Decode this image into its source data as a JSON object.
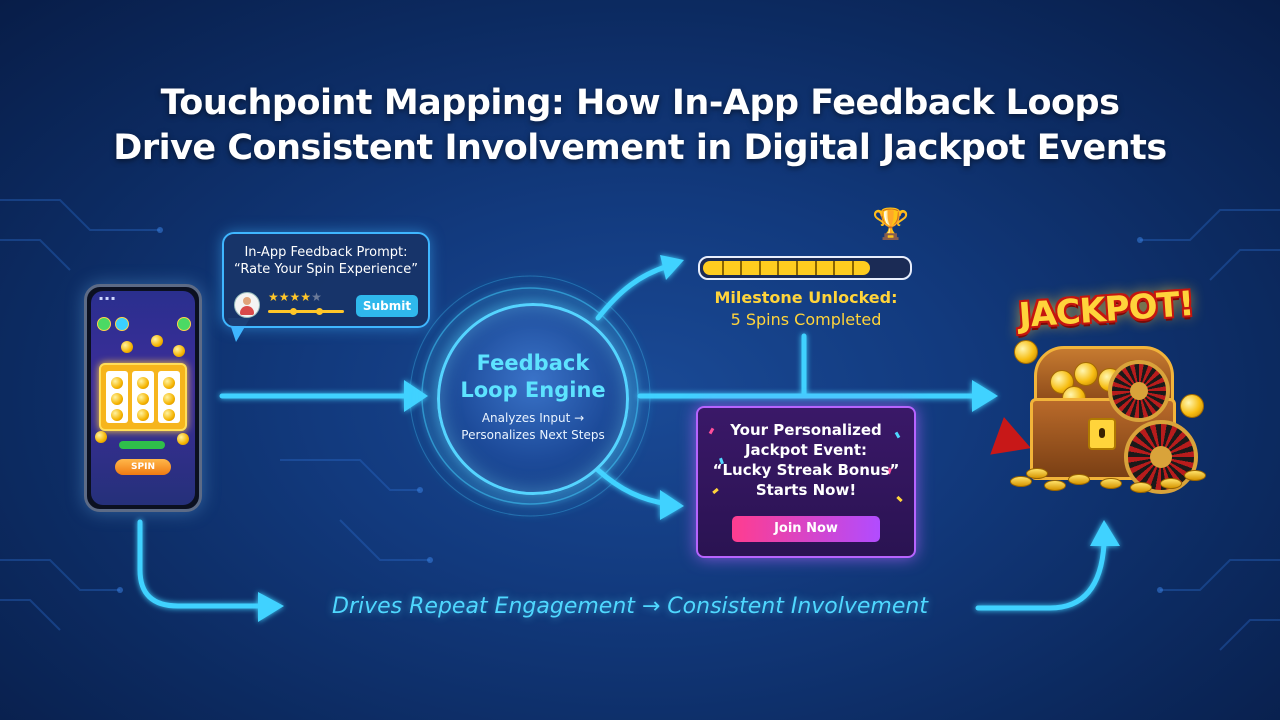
{
  "title": {
    "line1": "Touchpoint Mapping: How In-App Feedback Loops",
    "line2": "Drive Consistent Involvement in Digital Jackpot Events"
  },
  "phone": {
    "spin_label": "SPIN"
  },
  "feedback_prompt": {
    "line1": "In-App Feedback Prompt:",
    "line2": "“Rate Your Spin Experience”",
    "rating": 4,
    "rating_max": 5,
    "submit_label": "Submit"
  },
  "engine": {
    "title_line1": "Feedback",
    "title_line2": "Loop Engine",
    "sub_line1": "Analyzes Input →",
    "sub_line2": "Personalizes Next Steps"
  },
  "milestone": {
    "progress_fraction": 0.82,
    "line1": "Milestone Unlocked:",
    "line2": "5 Spins Completed"
  },
  "event_card": {
    "line1": "Your Personalized",
    "line2": "Jackpot Event:",
    "line3": "“Lucky Streak Bonus”",
    "line4": "Starts Now!",
    "button_label": "Join Now"
  },
  "jackpot": {
    "label": "JACKPOT!"
  },
  "bottom_flow": {
    "text": "Drives Repeat Engagement → Consistent Involvement"
  },
  "colors": {
    "arrow": "#3fd2ff",
    "accent_gold": "#ffd43b",
    "card_border": "#b764ff"
  }
}
